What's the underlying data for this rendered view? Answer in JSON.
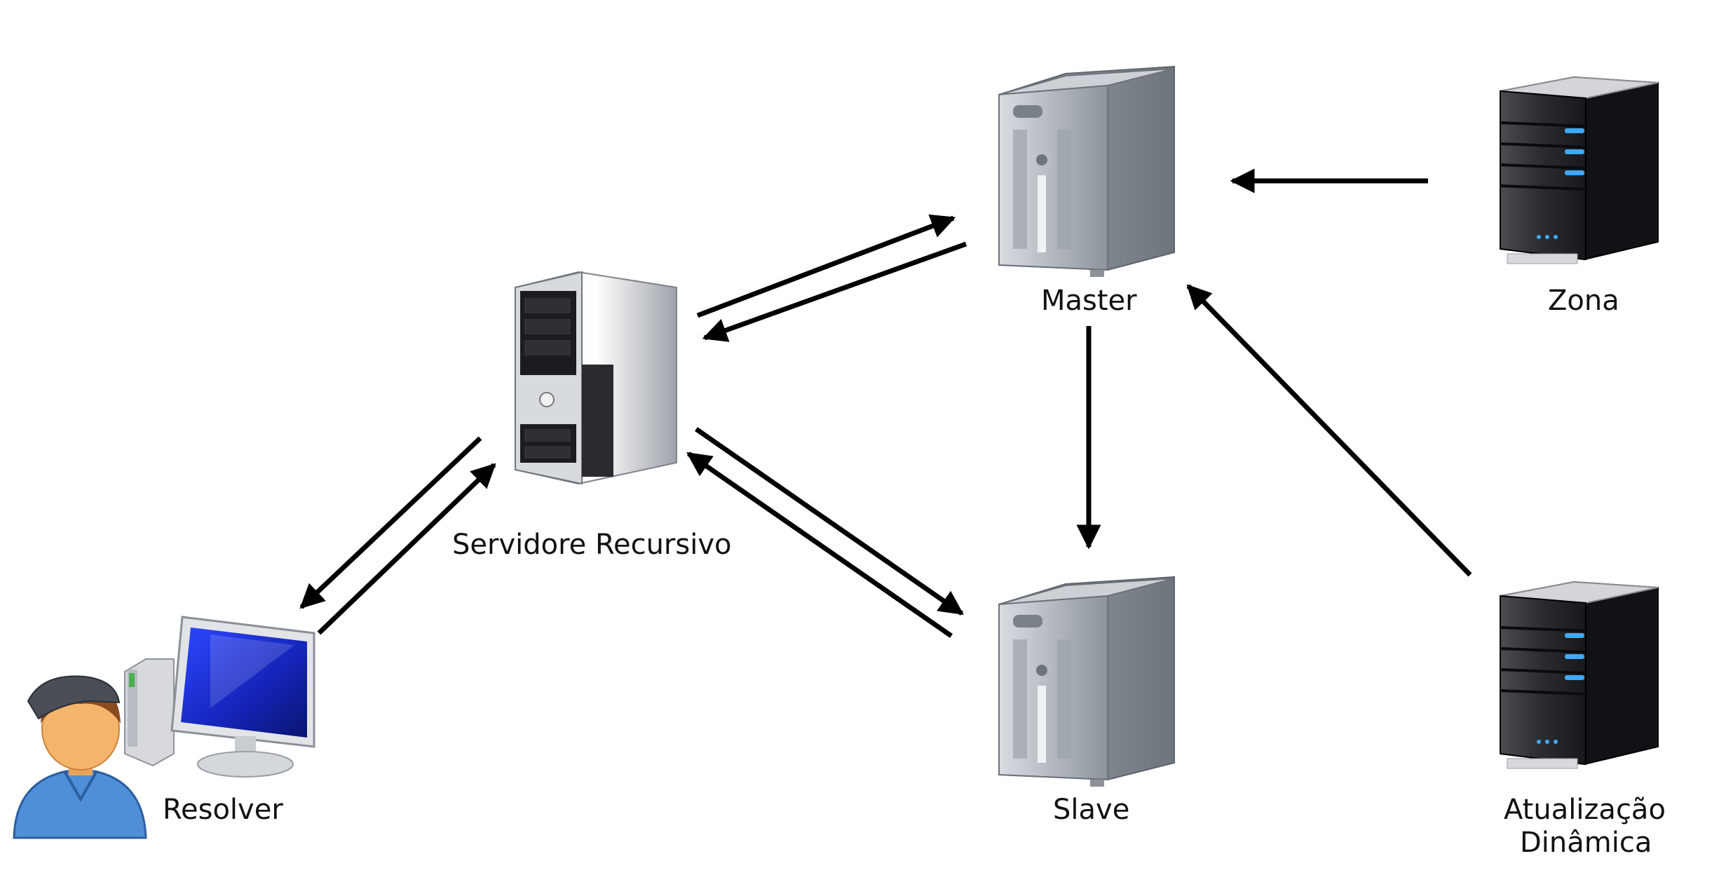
{
  "nodes": {
    "resolver": {
      "label": "Resolver",
      "icon": "user-computer-icon"
    },
    "recursive": {
      "label": "Servidore Recursivo",
      "icon": "tower-pc-icon"
    },
    "master": {
      "label": "Master",
      "icon": "server-icon"
    },
    "slave": {
      "label": "Slave",
      "icon": "server-icon"
    },
    "zona": {
      "label": "Zona",
      "icon": "rack-server-icon"
    },
    "dynamic": {
      "label_line1": "Atualização",
      "label_line2": "Dinâmica",
      "icon": "rack-server-icon"
    }
  },
  "colors": {
    "arrow": "#000000",
    "screen": "#1a2fd6",
    "server_silver": "#b9bec6",
    "rack_dark": "#2a2b30",
    "led_blue": "#3fa9ff",
    "user_shirt": "#4f8fd8",
    "user_skin": "#f4b46a"
  }
}
